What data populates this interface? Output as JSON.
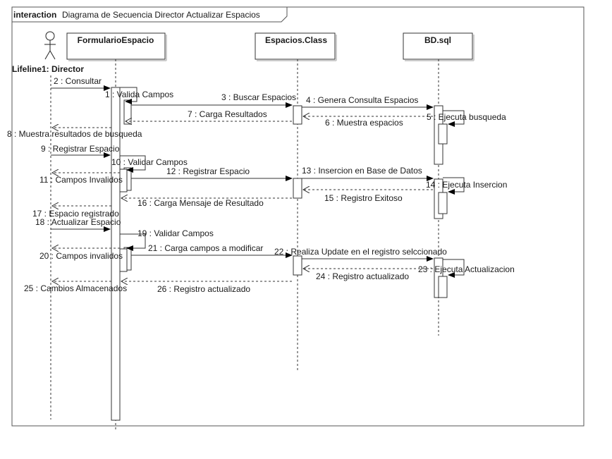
{
  "frame": {
    "keyword": "interaction",
    "title": "Diagrama de Secuencia Director Actualizar Espacios"
  },
  "actor": {
    "label": "Lifeline1: Director"
  },
  "lifelines": [
    {
      "id": "form",
      "label": "FormularioEspacio"
    },
    {
      "id": "clase",
      "label": "Espacios.Class"
    },
    {
      "id": "bd",
      "label": "BD.sql"
    }
  ],
  "messages": [
    {
      "id": "m2",
      "text": "2 : Consultar"
    },
    {
      "id": "m1",
      "text": "1 : Valida Campos"
    },
    {
      "id": "m3",
      "text": "3 : Buscar Espacios"
    },
    {
      "id": "m4",
      "text": "4 : Genera Consulta Espacios"
    },
    {
      "id": "m5",
      "text": "5 : Ejecuta busqueda"
    },
    {
      "id": "m7",
      "text": "7 : Carga Resultados"
    },
    {
      "id": "m6",
      "text": "6 : Muestra espacios"
    },
    {
      "id": "m8",
      "text": "8 : Muestra resultados de busqueda"
    },
    {
      "id": "m9",
      "text": "9 : Registrar Espacio"
    },
    {
      "id": "m10",
      "text": "10 : Validar Campos"
    },
    {
      "id": "m12",
      "text": "12 : Registrar Espacio"
    },
    {
      "id": "m13",
      "text": "13 : Insercion en Base de Datos"
    },
    {
      "id": "m11",
      "text": "11 : Campos Invalidos"
    },
    {
      "id": "m14",
      "text": "14 : Ejecuta Insercion"
    },
    {
      "id": "m15",
      "text": "15 : Registro Exitoso"
    },
    {
      "id": "m16",
      "text": "16 : Carga Mensaje de Resultado"
    },
    {
      "id": "m17",
      "text": "17 : Espacio registrado"
    },
    {
      "id": "m18",
      "text": "18 : Actualizar Espacio"
    },
    {
      "id": "m19",
      "text": "19 : Validar Campos"
    },
    {
      "id": "m21",
      "text": "21 : Carga campos a modificar"
    },
    {
      "id": "m22",
      "text": "22 : Realiza Update en el registro selccionado"
    },
    {
      "id": "m20",
      "text": "20 : Campos invalidos"
    },
    {
      "id": "m23",
      "text": "23 : Ejecuta Actualizacion"
    },
    {
      "id": "m24",
      "text": "24 : Registro actualizado"
    },
    {
      "id": "m25",
      "text": "25 : Cambios Almacenados"
    },
    {
      "id": "m26",
      "text": "26 : Registro actualizado"
    }
  ]
}
